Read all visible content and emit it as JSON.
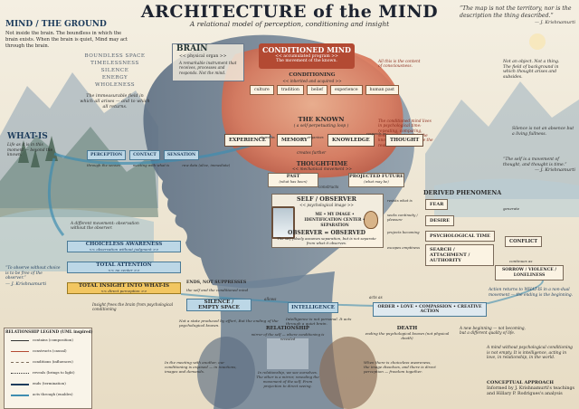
{
  "title": "ARCHITECTURE of the MIND",
  "subtitle": "A relational model of perception, conditioning and insight",
  "top_quote": {
    "text": "“The map is not the territory, nor is the description the thing described.”",
    "author": "— J. Krishnamurti"
  },
  "mind_ground": {
    "heading": "MIND / THE GROUND",
    "desc": "Not inside the brain. The boundless in which the brain exists. When the brain is quiet, Mind may act through the brain.",
    "qualities": [
      "BOUNDLESS SPACE",
      "TIMELESSNESS",
      "SILENCE",
      "ENERGY",
      "WHOLENESS"
    ],
    "immeasurable": "The immeasurable field in which all arises — and to which all returns."
  },
  "brain": {
    "title": "BRAIN",
    "sub": "<< physical organ >>",
    "desc": "A remarkable instrument that receives, processes and responds. Not the mind."
  },
  "conditioned_mind": {
    "title": "CONDITIONED MIND",
    "sub": "<< accumulated program >>",
    "sub2": "The movement of the known."
  },
  "conditioning": {
    "title": "CONDITIONING",
    "sub": "<< inherited and acquired >>",
    "items": [
      "culture",
      "tradition",
      "belief",
      "experience",
      "human past"
    ]
  },
  "notes_center": {
    "conditioning_note": "All this is the content of consciousness.",
    "known_note": "The conditioned mind lives in psychological time: repeating, comparing, seeking, fearing. It is the known pretending to be the real."
  },
  "known": {
    "title": "THE KNOWN",
    "sub": "( a self-perpetuating loop )",
    "boxes": [
      "EXPERIENCE",
      "MEMORY",
      "KNOWLEDGE",
      "THOUGHT"
    ],
    "connectors": [
      "stored as",
      "organizes",
      "responds as"
    ],
    "creates_further": "creates further"
  },
  "thought_time": {
    "title": "THOUGHT-TIME",
    "sub": "<< mechanical movement >>",
    "past": {
      "title": "PAST",
      "sub": "(what has been)"
    },
    "future": {
      "title": "PROJECTED FUTURE",
      "sub": "(what may be)"
    },
    "constructs": "constructs"
  },
  "self": {
    "title": "SELF / OBSERVER",
    "sub": "<< psychological image >>",
    "items": "ME • MY IMAGE • IDENTIFICATION CENTER • SEPARATION",
    "observer_title": "OBSERVER = OBSERVED",
    "observer_sub": "The self falsely assumes separation, but is not separate from what it observes."
  },
  "derived": {
    "title": "DERIVED PHENOMENA",
    "items": [
      {
        "label": "resists what is",
        "name": "FEAR"
      },
      {
        "label": "seeks continuity / pleasure",
        "name": "DESIRE"
      },
      {
        "label": "projects becoming",
        "name": "PSYCHOLOGICAL TIME"
      },
      {
        "label": "escapes emptiness",
        "name": "SEARCH / ATTACHMENT / AUTHORITY"
      }
    ],
    "generate": "generate",
    "conflict": "CONFLICT",
    "continues": "continues as",
    "sorrow": "SORROW / VIOLENCE / LONELINESS"
  },
  "right_quotes": {
    "q1": "Not an object. Not a thing. The field of background in which thought arises and subsides.",
    "q2": "Silence is not an absence but a living fullness.",
    "q3": "“The self is a movement of thought, and thought is time.”"
  },
  "right_quote3_author": "— J. Krishnamurti",
  "what_is": {
    "title": "WHAT-IS",
    "sub": "Life as it is in this moment — beyond the known."
  },
  "perception_chain": {
    "boxes": [
      "PERCEPTION",
      "CONTACT",
      "SENSATION"
    ],
    "labels": [
      "through the senses",
      "meeting with what is",
      "raw data (alive, immediate)"
    ]
  },
  "different_movement": "A different movement: observation without the observer.",
  "choiceless": {
    "title": "CHOICELESS AWARENESS",
    "sub": "<< observation without judgment >>"
  },
  "total_attention": {
    "title": "TOTAL ATTENTION",
    "sub": "<< no center >>"
  },
  "total_insight": {
    "title": "TOTAL INSIGHT INTO WHAT-IS",
    "sub": "<< direct perception >>"
  },
  "left_quote": {
    "text": "“To observe without choice is to be free of the observer.”",
    "author": "— J. Krishnamurti"
  },
  "ends": {
    "title": "ENDS, NOT SUPPRESSES",
    "sub": "the self and the conditioned mind"
  },
  "insight_note": "Insight frees the brain from psychological conditioning",
  "silence": {
    "title": "SILENCE /",
    "title2": "EMPTY SPACE"
  },
  "silence_note": "Not a state produced by effort, But the ending of the psychological known.",
  "allows": "allows",
  "intelligence": {
    "title": "INTELLIGENCE",
    "note": "Intelligence is not personal. It acts through a quiet brain."
  },
  "acts_as": "acts as",
  "order_line": "ORDER • LOVE • COMPASSION • CREATIVE ACTION",
  "action_returns": "Action returns to WHAT-IS in a non-dual movement — the ending is the beginning.",
  "death": {
    "title": "DEATH",
    "sub": "ending the psychological known (not physical death)"
  },
  "new_beginning": "A new beginning — not becoming, but a different quality of life.",
  "mind_without": "A mind without psychological conditioning is not empty. It is intelligence, acting in love, in relationship, in the world.",
  "relationship": {
    "title": "RELATIONSHIP",
    "sub": "mirror of the self — where conditioning is revealed",
    "note": "In relationship, we see ourselves. The other is a mirror, revealing the movement of the self. From projection to direct seeing.",
    "left": "In the meeting with another, our conditioning is exposed — in reactions, images and demands.",
    "right": "When there is choiceless awareness, the image dissolves, and there is direct perception — freedom together."
  },
  "legend": {
    "title": "RELATIONSHIP LEGEND (UML inspired)",
    "rows": [
      "contains (composition)",
      "constructs (causal)",
      "conditions (influences)",
      "reveals (brings to light)",
      "ends (termination)",
      "acts through (enables)"
    ]
  },
  "conceptual": {
    "title": "CONCEPTUAL APPROACH",
    "text": "Informed by J. Krishnamurti's teachings and Hillary P. Rodrigues's analysis"
  },
  "colors": {
    "accent_blue": "#bcd7e6",
    "conditioned_red": "#b34a33",
    "insight_gold": "#f2c661",
    "ink": "#1d3c5c"
  }
}
